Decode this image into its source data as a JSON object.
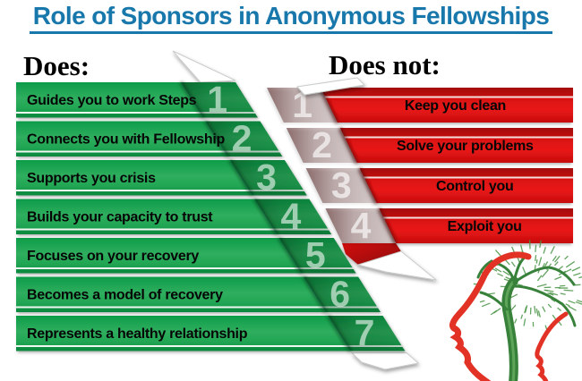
{
  "title": {
    "text": "Role of Sponsors in Anonymous Fellowships",
    "color": "#1878ab"
  },
  "does": {
    "heading": "Does:",
    "accent_color": "#169a4a",
    "items": [
      {
        "num": "1",
        "label": "Guides you to work Steps"
      },
      {
        "num": "2",
        "label": "Connects you with Fellowship"
      },
      {
        "num": "3",
        "label": "Supports you crisis"
      },
      {
        "num": "4",
        "label": "Builds your capacity to trust"
      },
      {
        "num": "5",
        "label": "Focuses on your recovery"
      },
      {
        "num": "6",
        "label": "Becomes a model of recovery"
      },
      {
        "num": "7",
        "label": "Represents a healthy relationship"
      }
    ]
  },
  "does_not": {
    "heading": "Does not:",
    "accent_color": "#dd1111",
    "items": [
      {
        "num": "1",
        "label": "Keep you clean"
      },
      {
        "num": "2",
        "label": "Solve your problems"
      },
      {
        "num": "3",
        "label": "Control you"
      },
      {
        "num": "4",
        "label": "Exploit you"
      }
    ]
  },
  "logo": {
    "icon": "profile-faces-brain-tree-icon"
  }
}
